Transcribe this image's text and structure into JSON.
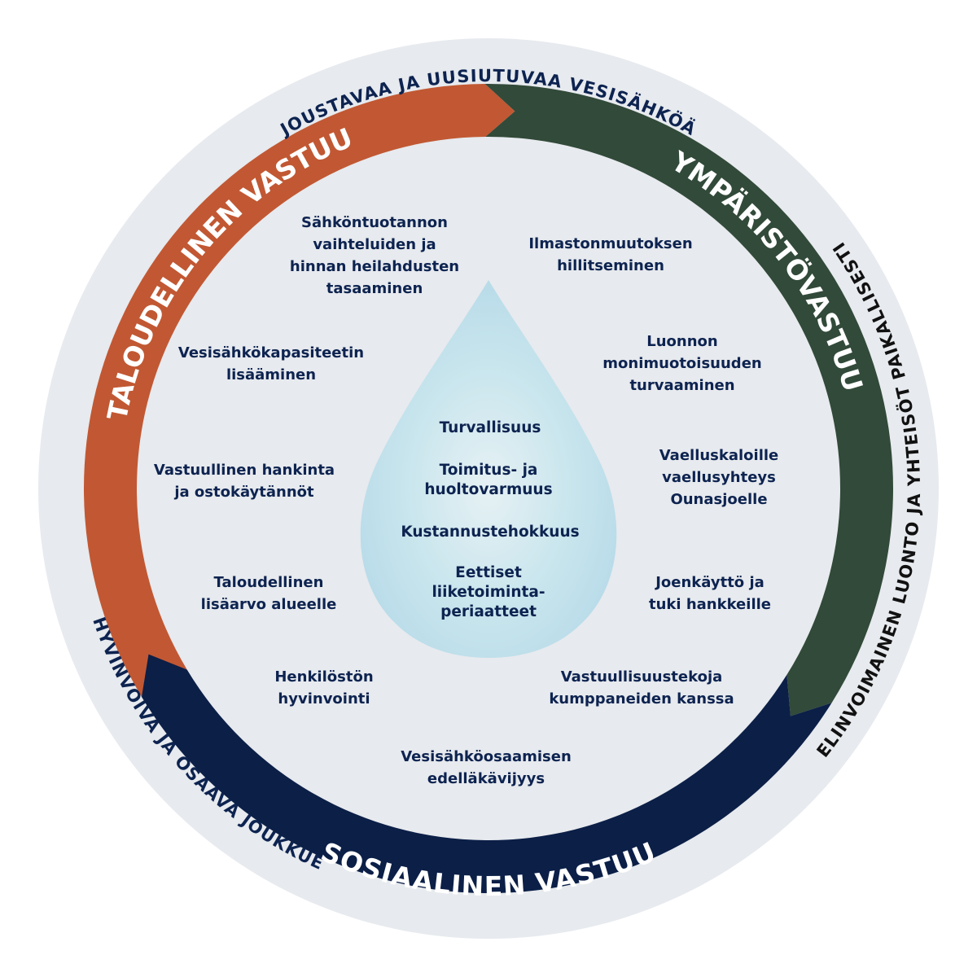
{
  "title": "Vastuullisuus vesisähkön tuotannossa",
  "colors": {
    "background": "#ffffff",
    "outer_ring": "#e7eaee",
    "economic": "#c15833",
    "environmental": "#324a39",
    "social": "#0b1f47",
    "text_navy": "#0d2350",
    "text_dark": "#111111",
    "drop": "#c5e3ec"
  },
  "outer_labels": {
    "top": "JOUSTAVAA JA UUSIUTUVAA VESISÄHKÖÄ",
    "left": "HYVINVOIVA JA OSAAVA JOUKKUE",
    "right": "ELINVOIMAINEN LUONTO JA YHTEISÖT PAIKALLISESTI"
  },
  "bands": {
    "economic": "TALOUDELLINEN VASTUU",
    "environmental": "YMPÄRISTÖVASTUU",
    "social": "SOSIAALINEN VASTUU"
  },
  "items": {
    "economic": [
      "Sähköntuotannon\nvaihteluiden ja\nhinnan heilahdusten\ntasaaminen",
      "Vesisähkökapasiteetin\nlisääminen",
      "Vastuullinen hankinta\nja ostokäytännöt",
      "Taloudellinen\nlisäarvo alueelle"
    ],
    "environmental": [
      "Ilmastonmuutoksen\nhillitseminen",
      "Luonnon\nmonimuotoisuuden\nturvaaminen",
      "Vaelluskaloille\nvaellusyhteys\nOunasjoelle",
      "Joenkäyttö ja\ntuki hankkeille"
    ],
    "social": [
      "Henkilöstön\nhyvinvointi",
      "Vastuullisuustekoja\nkumppaneiden kanssa",
      "Vesisähköosaamisen\nedelläkävijyys"
    ]
  },
  "core": [
    "Turvallisuus",
    "Toimitus- ja\nhuoltovarmuus",
    "Kustannustehokkuus",
    "Eettiset\nliiketoiminta-\nperiaatteet"
  ]
}
